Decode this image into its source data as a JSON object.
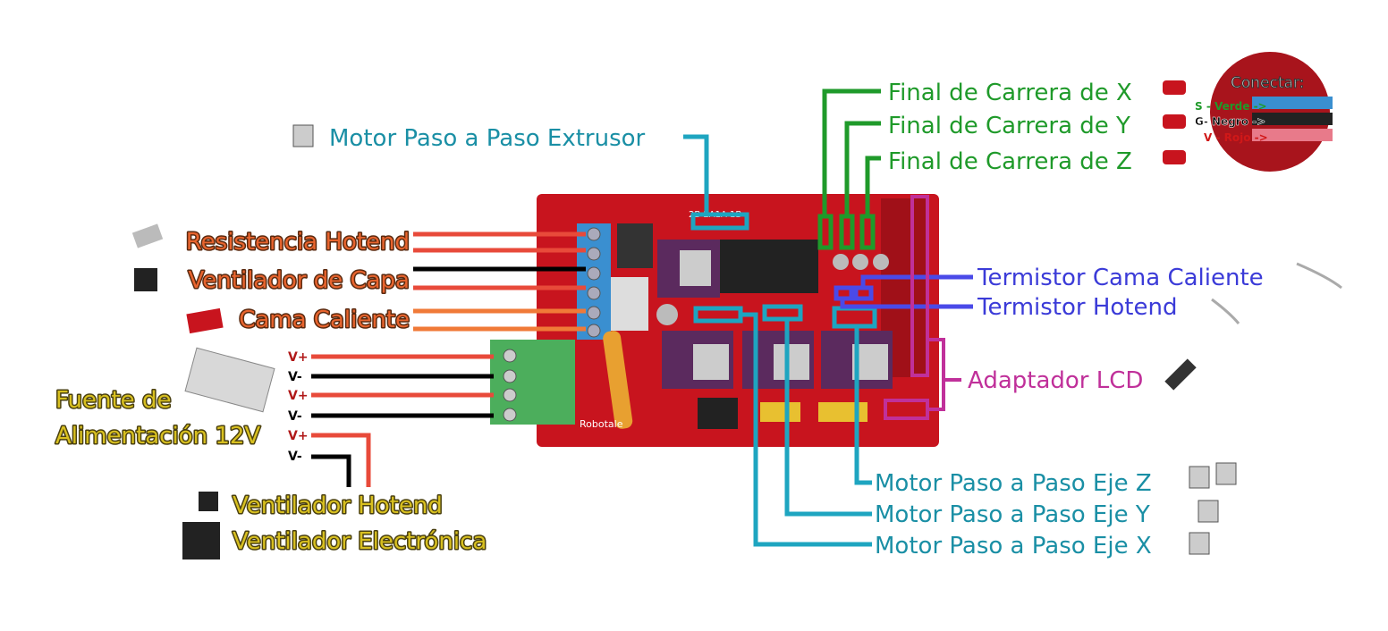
{
  "colors": {
    "power_wire": "#e84a3a",
    "ground_wire": "#000000",
    "bed_wire": "#f07a38",
    "motor_line": "#1ea5c0",
    "endstop_line": "#1f9a2a",
    "thermistor_line": "#4a4ae8",
    "lcd_line": "#c0309a",
    "board": "#c8141e"
  },
  "motors": {
    "extruder": "Motor Paso a Paso Extrusor",
    "z": "Motor Paso a Paso Eje Z",
    "y": "Motor Paso a Paso Eje Y",
    "x": "Motor Paso a Paso Eje X"
  },
  "endstops": {
    "x": "Final de Carrera de X",
    "y": "Final de Carrera de Y",
    "z": "Final de Carrera de Z"
  },
  "connector": {
    "title": "Conectar:",
    "s": "S - Verde ->",
    "g": "G- Negro ->",
    "v": "V - Rojo ->"
  },
  "outputs": {
    "hotend": "Resistencia Hotend",
    "fan": "Ventilador de Capa",
    "bed": "Cama Caliente"
  },
  "thermistors": {
    "bed": "Termistor Cama Caliente",
    "hotend": "Termistor Hotend"
  },
  "lcd": "Adaptador LCD",
  "power": {
    "title_line1": "Fuente de",
    "title_line2": "Alimentación 12V",
    "vplus": "V+",
    "vminus": "V-"
  },
  "fans": {
    "hotend": "Ventilador Hotend",
    "electronics": "Ventilador Electrónica"
  },
  "board": {
    "brand": "Robotale",
    "header_label": "2B 2A1A 1B"
  }
}
